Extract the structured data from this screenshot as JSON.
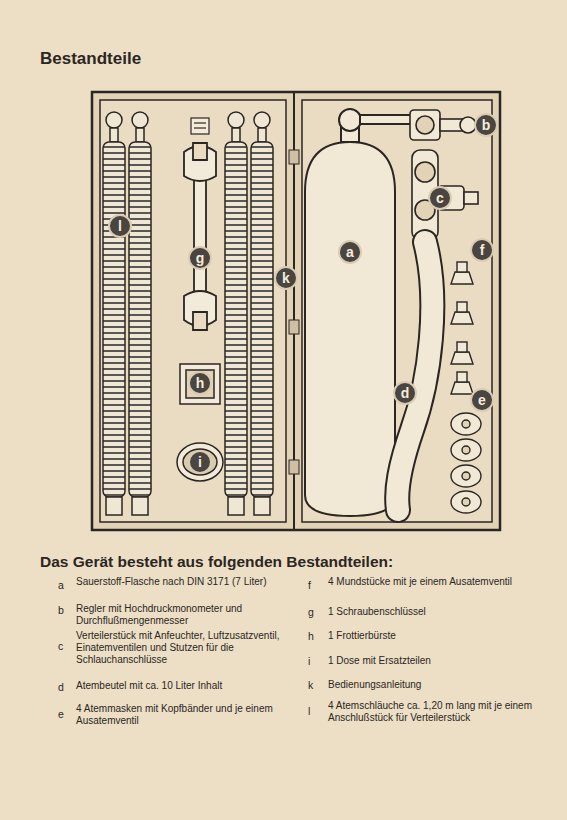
{
  "diagram": {
    "title": "Bestandteile",
    "nodes": [
      {
        "text": [
          "b"
        ]
      },
      {
        "text": [
          "c"
        ]
      },
      {
        "text": [
          "l"
        ]
      },
      {
        "text": [
          "f"
        ]
      },
      {
        "text": [
          "a"
        ]
      },
      {
        "text": [
          "g"
        ]
      },
      {
        "text": [
          "k"
        ]
      },
      {
        "text": [
          "h"
        ]
      },
      {
        "text": [
          "d"
        ]
      },
      {
        "text": [
          "e"
        ]
      },
      {
        "text": [
          "i"
        ]
      }
    ],
    "labels": [
      "Das Gerät besteht aus folgenden Bestandteilen:",
      "a",
      "Sauerstoff-Flasche nach DIN 3171 (7 Liter)",
      "b",
      "Regler mit Hochdruckmonometer und Durchflußmengenmesser",
      "c",
      "Verteilerstück mit Anfeuchter, Luftzusatzventil, Einatemventilen und Stutzen für die Schlauchanschlüsse",
      "d",
      "Atembeutel mit ca. 10 Liter Inhalt",
      "e",
      "4 Atemmasken mit Kopfbänder und je einem Ausatemventil",
      "f",
      "4 Mundstücke mit je einem Ausatemventil",
      "g",
      "1 Schraubenschlüssel",
      "h",
      "1 Frottierbürste",
      "i",
      "1 Dose mit Ersatzteilen",
      "k",
      "Bedienungsanleitung",
      "l",
      "4 Atemschläuche ca. 1,20 m lang mit je einem Anschlußstück für Verteilerstück"
    ]
  }
}
